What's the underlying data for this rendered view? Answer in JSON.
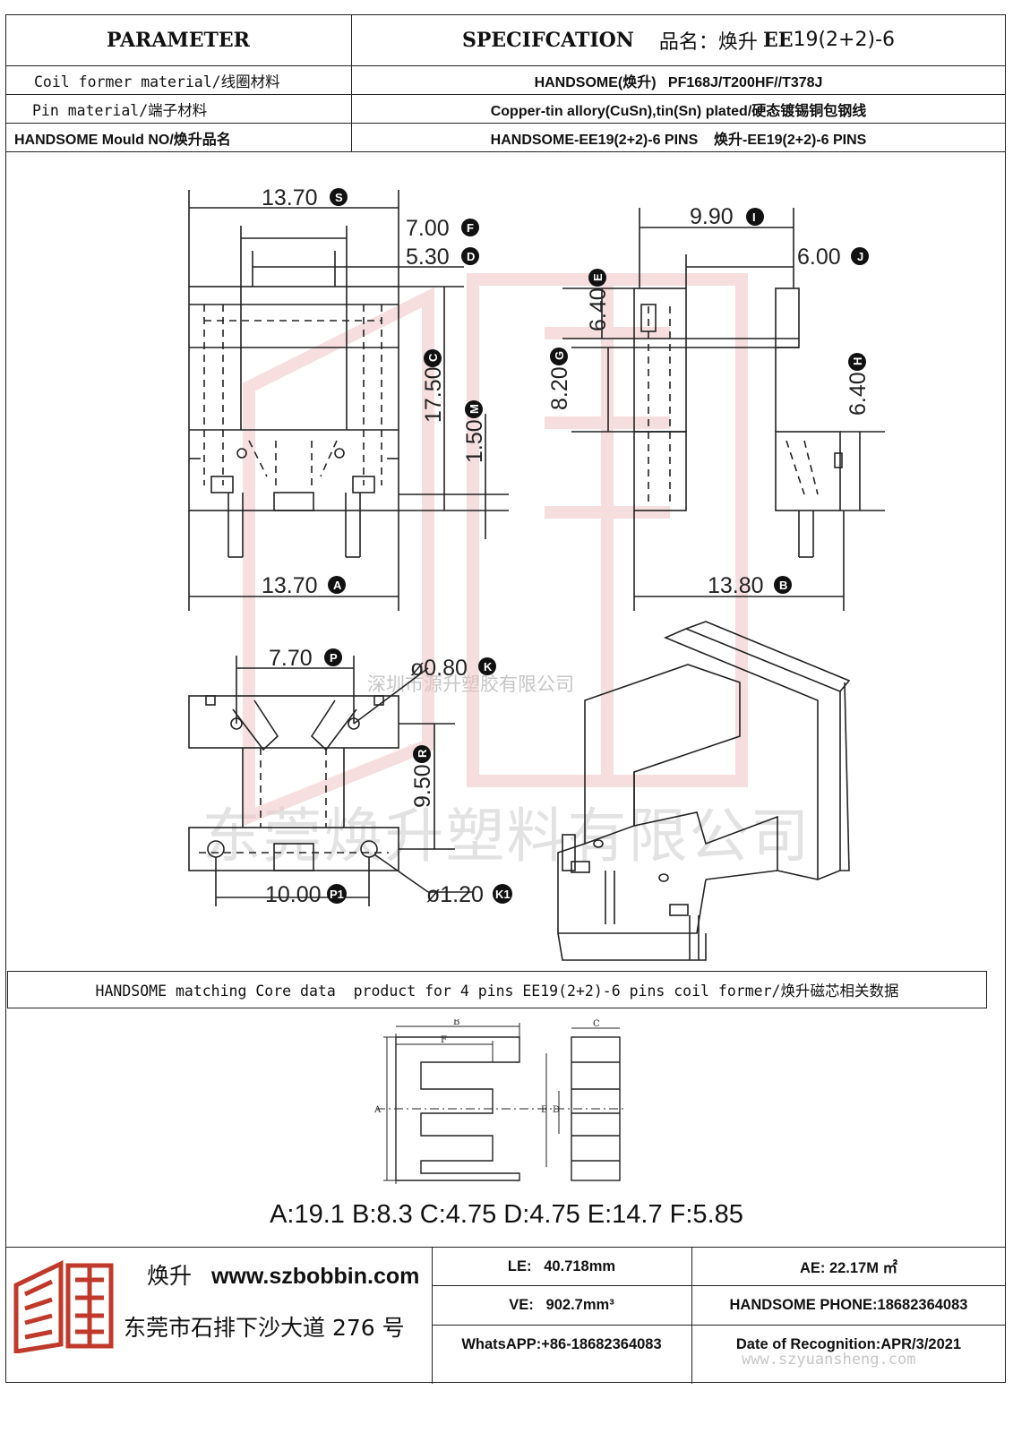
{
  "header": {
    "parameter": "PARAMETER",
    "spec": "SPECIFCATION",
    "product_label": "品名：焕升",
    "product_code_bold": "EE",
    "product_code_rest": "19(2+2)-6"
  },
  "rows": [
    {
      "label": "Coil former material/线圈材料",
      "value": "HANDSOME(焕升)   PF168J/T200HF//T378J"
    },
    {
      "label": "Pin material/端子材料",
      "value": "Copper-tin allory(CuSn),tin(Sn) plated/硬态镀锡铜包钢线"
    },
    {
      "label": "HANDSOME Mould NO/焕升品名",
      "value": "HANDSOME-EE19(2+2)-6 PINS    焕升-EE19(2+2)-6 PINS"
    }
  ],
  "dims": {
    "s": "13.70",
    "s_tag": "S",
    "f": "7.00",
    "f_tag": "F",
    "d": "5.30",
    "d_tag": "D",
    "c": "17.50",
    "c_tag": "C",
    "m": "1.50",
    "m_tag": "M",
    "a": "13.70",
    "a_tag": "A",
    "i": "9.90",
    "i_tag": "I",
    "j": "6.00",
    "j_tag": "J",
    "e": "6.40",
    "e_tag": "E",
    "g": "8.20",
    "g_tag": "G",
    "h": "6.40",
    "h_tag": "H",
    "b": "13.80",
    "b_tag": "B",
    "p": "7.70",
    "p_tag": "P",
    "k": "ø0.80",
    "k_tag": "K",
    "r": "9.50",
    "r_tag": "R",
    "p1": "10.00",
    "p1_tag": "P1",
    "k1": "ø1.20",
    "k1_tag": "K1"
  },
  "watermarks": {
    "company_small": "深圳市源升塑胶有限公司",
    "company_large": "东莞焕升塑料有限公司",
    "site": "www.szyuansheng.com"
  },
  "core_band": "HANDSOME matching Core data  product for 4 pins EE19(2+2)-6 pins coil former/焕升磁芯相关数据",
  "core_labels": {
    "a": "A",
    "b": "B",
    "c": "C",
    "d": "D",
    "e": "E",
    "f": "F"
  },
  "core_dims": "A:19.1 B:8.3 C:4.75 D:4.75 E:14.7 F:5.85",
  "footer": {
    "brand": "焕升",
    "url": "www.szbobbin.com",
    "address": "东莞市石排下沙大道 276 号",
    "le": "LE:   40.718mm",
    "ae": "AE: 22.17M ㎡",
    "ve": "VE:   902.7mm³",
    "phone": "HANDSOME PHONE:18682364083",
    "whatsapp": "WhatsAPP:+86-18682364083",
    "date": "Date of Recognition:APR/3/2021"
  },
  "colors": {
    "watermark_red": "#e6a8a8",
    "logo_red": "#c0392b",
    "line": "#222222"
  }
}
